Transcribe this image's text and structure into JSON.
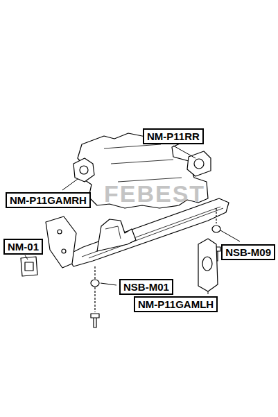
{
  "diagram": {
    "nodes": [
      {
        "text": [
          "NM-P11RR"
        ]
      },
      {
        "text": [
          "NM-P11GAMRH"
        ]
      },
      {
        "text": [
          "NM-01"
        ]
      },
      {
        "text": [
          "NSB-M09"
        ]
      },
      {
        "text": [
          "NSB-M01"
        ]
      },
      {
        "text": [
          "NM-P11GAMLH"
        ]
      }
    ],
    "labels": [
      "FEBEST"
    ]
  }
}
